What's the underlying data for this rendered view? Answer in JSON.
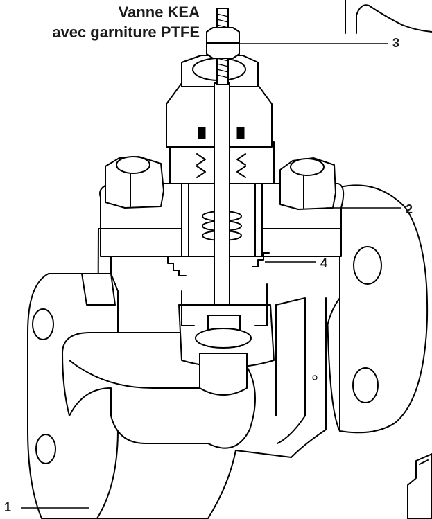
{
  "title": {
    "line1": "Vanne KEA",
    "line2": "avec garniture PTFE"
  },
  "callouts": [
    {
      "id": "1",
      "label": "1"
    },
    {
      "id": "2",
      "label": "2"
    },
    {
      "id": "3",
      "label": "3"
    },
    {
      "id": "4",
      "label": "4"
    }
  ],
  "colors": {
    "line": "#000000",
    "background": "#ffffff",
    "text": "#1a1a1a"
  }
}
